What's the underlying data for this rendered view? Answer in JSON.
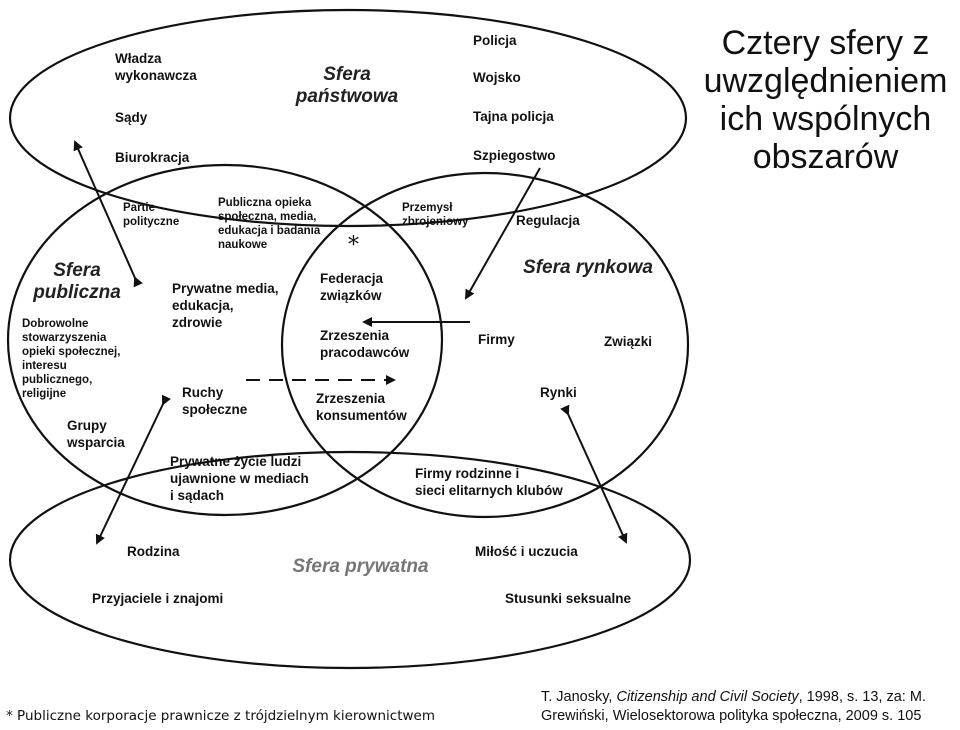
{
  "title": "Cztery sfery z\nuwzględnieniem\nich wspólnych\nobszarów",
  "spheres": {
    "state": "Sfera\npaństwowa",
    "public": "Sfera\npubliczna",
    "market": "Sfera rynkowa",
    "private": "Sfera prywatna"
  },
  "state_items": {
    "wladza": "Władza\nwykonawcza",
    "sady": "Sądy",
    "biurokracja": "Biurokracja",
    "policja": "Policja",
    "wojsko": "Wojsko",
    "tajna": "Tajna policja",
    "szpiegostwo": "Szpiegostwo"
  },
  "public_items": {
    "partie": "Partie\npolityczne",
    "opieka": "Publiczna opieka\nspołeczna, media,\nedukacja i badania\nnaukowe",
    "dobrowolne": "Dobrowolne\nstowarzyszenia\nopieki społecznej,\ninteresu\npublicznego,\nreligijne",
    "prywatne_media": "Prywatne media,\nedukacja,\nzdrowie",
    "ruchy": "Ruchy\nspołeczne",
    "grupy": "Grupy\nwsparcia",
    "zycie": "Prywatne życie ludzi\nujawnione w mediach\ni sądach"
  },
  "center_items": {
    "federacja": "Federacja\nzwiązków",
    "pracodawcy": "Zrzeszenia\npracodawców",
    "konsumenci": "Zrzeszenia\nkonsumentów"
  },
  "market_items": {
    "przemysl": "Przemysł\nzbrojeniowy",
    "regulacja": "Regulacja",
    "firmy": "Firmy",
    "zwiazki": "Związki",
    "rynki": "Rynki",
    "rodzinne": "Firmy rodzinne i\nsieci elitarnych klubów"
  },
  "private_items": {
    "rodzina": "Rodzina",
    "przyjaciele": "Przyjaciele i znajomi",
    "milosc": "Miłość i uczucia",
    "stosunki": "Stusunki seksualne"
  },
  "asterisk": "*",
  "footnote": "* Publiczne korporacje prawnicze z trójdzielnym kierownictwem",
  "citation": {
    "prefix": "T. Janosky, ",
    "work": "Citizenship and Civil Society",
    "suffix": ", 1998, s. 13, za: M. Grewiński, Wielosektorowa polityka społeczna, 2009 s. 105"
  },
  "colors": {
    "ink": "#111111",
    "grey_label": "#777777",
    "background": "#ffffff"
  }
}
